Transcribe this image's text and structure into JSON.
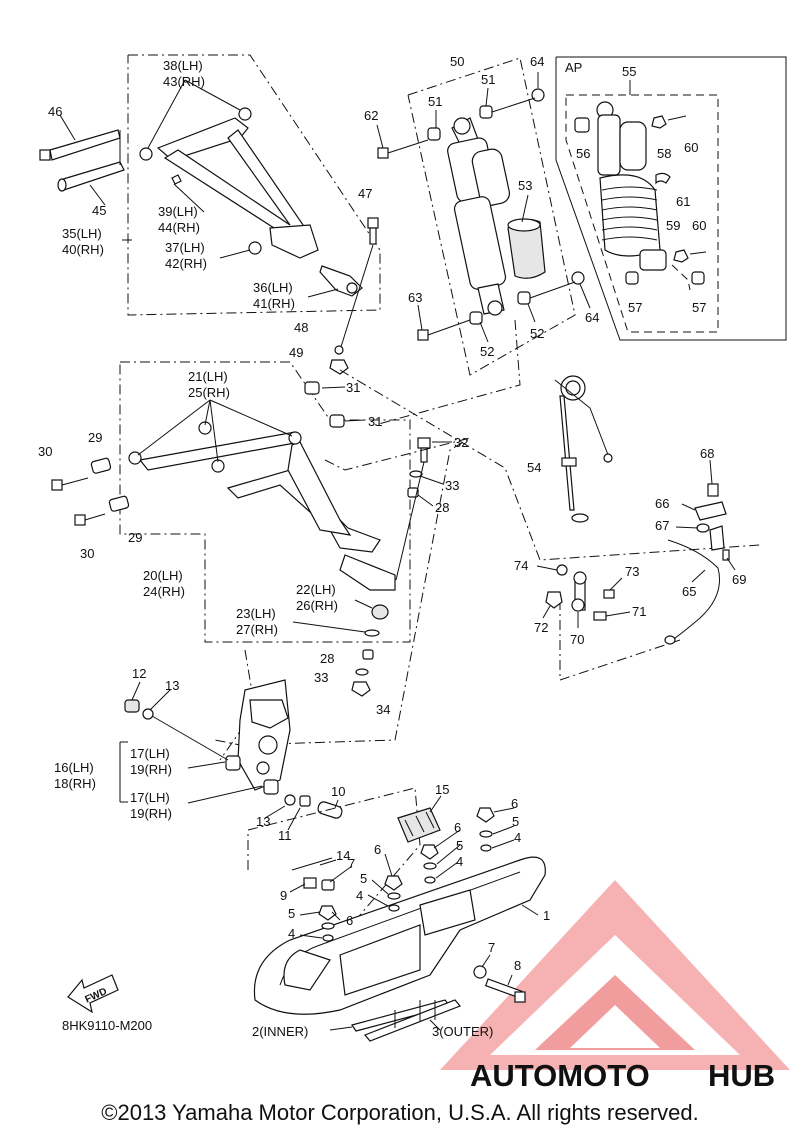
{
  "diagram_code": "8HK9110-M200",
  "copyright": "©2013 Yamaha Motor Corporation, U.S.A. All rights reserved.",
  "watermark": {
    "text_a": "AUTOMOTO",
    "text_b": "HUB",
    "color_a": "#f5b079",
    "color_b": "#8a8a8a",
    "logo_color": "#f08c8c"
  },
  "fwd_label": "FWD",
  "ap_label": "AP",
  "labels": {
    "p1": "1",
    "p2": "2(INNER)",
    "p3": "3(OUTER)",
    "p4": "4",
    "p5": "5",
    "p6": "6",
    "p7": "7",
    "p8": "8",
    "p9": "9",
    "p10": "10",
    "p11": "11",
    "p12": "12",
    "p13": "13",
    "p14": "14",
    "p15": "15",
    "p16": "16(LH)",
    "p18": "18(RH)",
    "p17": "17(LH)",
    "p19": "19(RH)",
    "p20": "20(LH)",
    "p24": "24(RH)",
    "p21": "21(LH)",
    "p25": "25(RH)",
    "p22": "22(LH)",
    "p26": "26(RH)",
    "p23": "23(LH)",
    "p27": "27(RH)",
    "p28": "28",
    "p29": "29",
    "p30": "30",
    "p31": "31",
    "p32": "32",
    "p33": "33",
    "p34": "34",
    "p35": "35(LH)",
    "p40": "40(RH)",
    "p36": "36(LH)",
    "p41": "41(RH)",
    "p37": "37(LH)",
    "p42": "42(RH)",
    "p38": "38(LH)",
    "p43": "43(RH)",
    "p39": "39(LH)",
    "p44": "44(RH)",
    "p45": "45",
    "p46": "46",
    "p47": "47",
    "p48": "48",
    "p49": "49",
    "p50": "50",
    "p51": "51",
    "p52": "52",
    "p53": "53",
    "p54": "54",
    "p55": "55",
    "p56": "56",
    "p57": "57",
    "p58": "58",
    "p59": "59",
    "p60": "60",
    "p61": "61",
    "p62": "62",
    "p63": "63",
    "p64": "64",
    "p65": "65",
    "p66": "66",
    "p67": "67",
    "p68": "68",
    "p69": "69",
    "p70": "70",
    "p71": "71",
    "p72": "72",
    "p73": "73",
    "p74": "74"
  }
}
